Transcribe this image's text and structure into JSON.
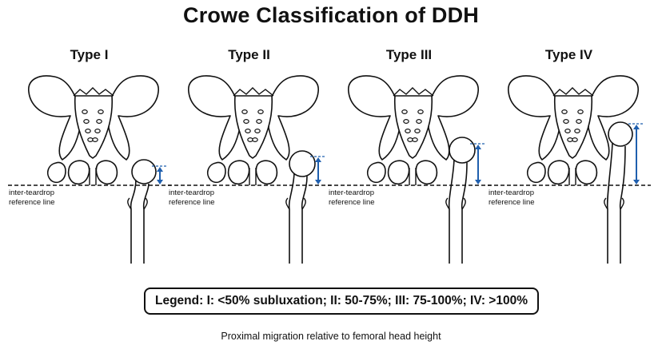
{
  "title": "Crowe Classification of DDH",
  "panels": [
    {
      "label": "Type I",
      "ref_line_label_1": "inter-teardrop",
      "ref_line_label_2": "reference line",
      "migration_level": "<50%"
    },
    {
      "label": "Type II",
      "ref_line_label_1": "inter-teardrop",
      "ref_line_label_2": "reference line",
      "migration_level": "50-75%"
    },
    {
      "label": "Type III",
      "ref_line_label_1": "inter-teardrop",
      "ref_line_label_2": "reference line",
      "migration_level": "75-100%"
    },
    {
      "label": "Type IV",
      "ref_line_label_1": "inter-teardrop",
      "ref_line_label_2": "reference line",
      "migration_level": ">100%"
    }
  ],
  "legend": "Legend: I: <50% subluxation; II: 50-75%; III: 75-100%; IV: >100%",
  "footnote": "Proximal migration relative to femoral head height",
  "colors": {
    "arrow": "#1f5fae",
    "outline": "#111111"
  }
}
